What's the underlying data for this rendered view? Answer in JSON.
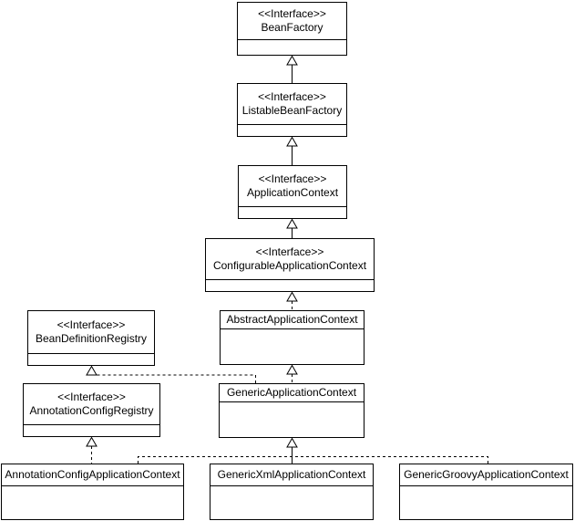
{
  "colors": {
    "background": "#ffffff",
    "line": "#000000",
    "text": "#000000"
  },
  "classes": {
    "bean_factory": {
      "stereotype": "<<Interface>>",
      "name": "BeanFactory"
    },
    "listable_bean_factory": {
      "stereotype": "<<Interface>>",
      "name": "ListableBeanFactory"
    },
    "application_context": {
      "stereotype": "<<Interface>>",
      "name": "ApplicationContext"
    },
    "configurable_application_context": {
      "stereotype": "<<Interface>>",
      "name": "ConfigurableApplicationContext"
    },
    "abstract_application_context": {
      "name": "AbstractApplicationContext"
    },
    "bean_definition_registry": {
      "stereotype": "<<Interface>>",
      "name": "BeanDefinitionRegistry"
    },
    "annotation_config_registry": {
      "stereotype": "<<Interface>>",
      "name": "AnnotationConfigRegistry"
    },
    "generic_application_context": {
      "name": "GenericApplicationContext"
    },
    "annotation_config_application_context": {
      "name": "AnnotationConfigApplicationContext"
    },
    "generic_xml_application_context": {
      "name": "GenericXmlApplicationContext"
    },
    "generic_groovy_application_context": {
      "name": "GenericGroovyApplicationContext"
    }
  },
  "relationships": [
    {
      "from": "ListableBeanFactory",
      "to": "BeanFactory",
      "arrow": "hollow-triangle",
      "line": "solid"
    },
    {
      "from": "ApplicationContext",
      "to": "ListableBeanFactory",
      "arrow": "hollow-triangle",
      "line": "solid"
    },
    {
      "from": "ConfigurableApplicationContext",
      "to": "ApplicationContext",
      "arrow": "hollow-triangle",
      "line": "solid"
    },
    {
      "from": "AbstractApplicationContext",
      "to": "ConfigurableApplicationContext",
      "arrow": "hollow-triangle",
      "line": "dashed"
    },
    {
      "from": "GenericApplicationContext",
      "to": "AbstractApplicationContext",
      "arrow": "hollow-triangle",
      "line": "dashed"
    },
    {
      "from": "GenericApplicationContext",
      "to": "BeanDefinitionRegistry",
      "arrow": "hollow-triangle",
      "line": "dashed"
    },
    {
      "from": "AnnotationConfigApplicationContext",
      "to": "AnnotationConfigRegistry",
      "arrow": "hollow-triangle",
      "line": "dashed"
    },
    {
      "from": "AnnotationConfigApplicationContext",
      "to": "GenericApplicationContext",
      "arrow": "hollow-triangle",
      "line": "dashed"
    },
    {
      "from": "GenericXmlApplicationContext",
      "to": "GenericApplicationContext",
      "arrow": "hollow-triangle",
      "line": "solid"
    },
    {
      "from": "GenericGroovyApplicationContext",
      "to": "GenericApplicationContext",
      "arrow": "hollow-triangle",
      "line": "dashed"
    }
  ]
}
